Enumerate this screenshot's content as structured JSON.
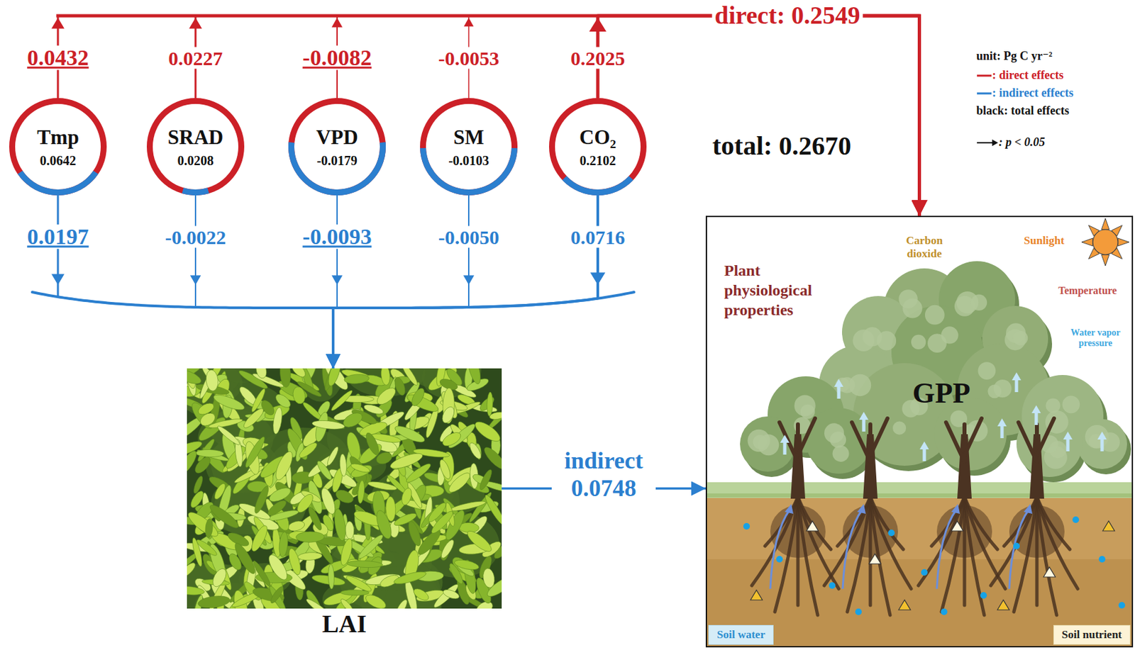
{
  "diagram": {
    "nodes": [
      {
        "text": [
          "Tmp",
          "0.0642"
        ]
      },
      {
        "text": [
          "SRAD",
          "0.0208"
        ]
      },
      {
        "text": [
          "VPD",
          "-0.0179"
        ]
      },
      {
        "text": [
          "SM",
          "-0.0103"
        ]
      },
      {
        "text": [
          "CO₂",
          "0.2102"
        ]
      },
      {
        "text": [
          "LAI"
        ]
      },
      {
        "text": [
          "Carbon dioxide",
          "Sunlight",
          "Plant physiological properties",
          "Temperature",
          "Water vapor pressure",
          "GPP"
        ]
      },
      {
        "text": [
          "Soil water"
        ],
        "in": 6
      },
      {
        "text": [
          "Soil nutrient"
        ],
        "in": 6
      }
    ],
    "edges": [
      {
        "from": 0,
        "to": 6,
        "arrow": "to",
        "label": "0.0432"
      },
      {
        "from": 1,
        "to": 6,
        "arrow": "to",
        "label": "0.0227"
      },
      {
        "from": 2,
        "to": 6,
        "arrow": "to",
        "label": "-0.0082"
      },
      {
        "from": 3,
        "to": 6,
        "arrow": "to",
        "label": "-0.0053"
      },
      {
        "from": 4,
        "to": 6,
        "arrow": "to",
        "label": "0.2025"
      },
      {
        "from": 0,
        "to": 5,
        "arrow": "to",
        "label": "0.0197"
      },
      {
        "from": 1,
        "to": 5,
        "arrow": "to",
        "label": "-0.0022"
      },
      {
        "from": 2,
        "to": 5,
        "arrow": "to",
        "label": "-0.0093"
      },
      {
        "from": 3,
        "to": 5,
        "arrow": "to",
        "label": "-0.0050"
      },
      {
        "from": 4,
        "to": 5,
        "arrow": "to",
        "label": "0.0716"
      },
      {
        "from": 5,
        "to": 6,
        "arrow": "to",
        "label": "indirect 0.0748"
      }
    ],
    "labels": [
      "direct: 0.2549",
      "total: 0.2670",
      "unit: Pg C yr⁻²"
    ],
    "legend": [
      {
        "text": ": direct effects"
      },
      {
        "text": ": indirect effects"
      },
      {
        "text": "black: total effects"
      },
      {
        "text": ": p < 0.05"
      }
    ]
  }
}
